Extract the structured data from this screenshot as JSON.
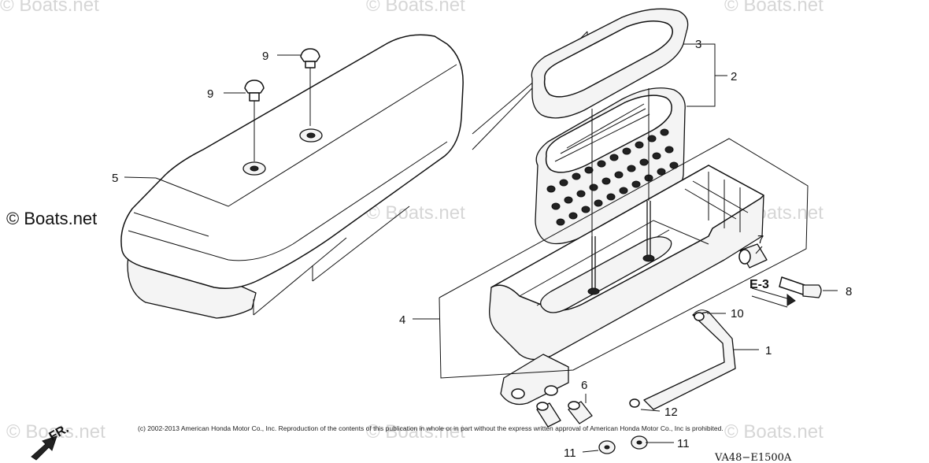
{
  "watermark": "© Boats.net",
  "brand_label": "© Boats.net",
  "copyright": "(c) 2002-2013 American Honda Motor Co., Inc. Reproduction of the contents of this publication in whole or in part without the express written approval of American Honda Motor Co., Inc is prohibited.",
  "diagram_code": "VA48−E1500A",
  "front_marker": "FR.",
  "reference": "E-3",
  "callouts": {
    "c1": "1",
    "c2": "2",
    "c3": "3",
    "c4": "4",
    "c5": "5",
    "c6": "6",
    "c7": "7",
    "c8": "8",
    "c9a": "9",
    "c9b": "9",
    "c10": "10",
    "c11a": "11",
    "c11b": "11",
    "c12": "12"
  }
}
